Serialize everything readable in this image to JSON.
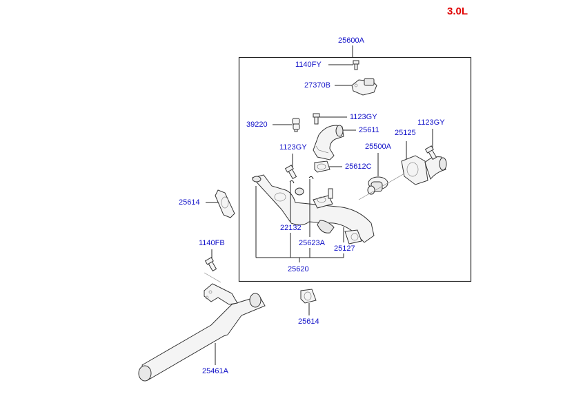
{
  "diagram": {
    "engine_variant": "3.0L",
    "assembly_box_label": "25600A",
    "labels": {
      "p_25600A": "25600A",
      "p_1140FY": "1140FY",
      "p_27370B": "27370B",
      "p_39220": "39220",
      "p_1123GY_a": "1123GY",
      "p_25611": "25611",
      "p_1123GY_b": "1123GY",
      "p_25125": "25125",
      "p_1123GY_c": "1123GY",
      "p_25500A": "25500A",
      "p_25612C": "25612C",
      "p_25614_a": "25614",
      "p_22132": "22132",
      "p_25623A": "25623A",
      "p_25127": "25127",
      "p_25620": "25620",
      "p_1140FB": "1140FB",
      "p_25614_b": "25614",
      "p_25461A": "25461A"
    },
    "colors": {
      "label": "#1010c8",
      "title": "#e00000",
      "line": "#222222"
    }
  }
}
